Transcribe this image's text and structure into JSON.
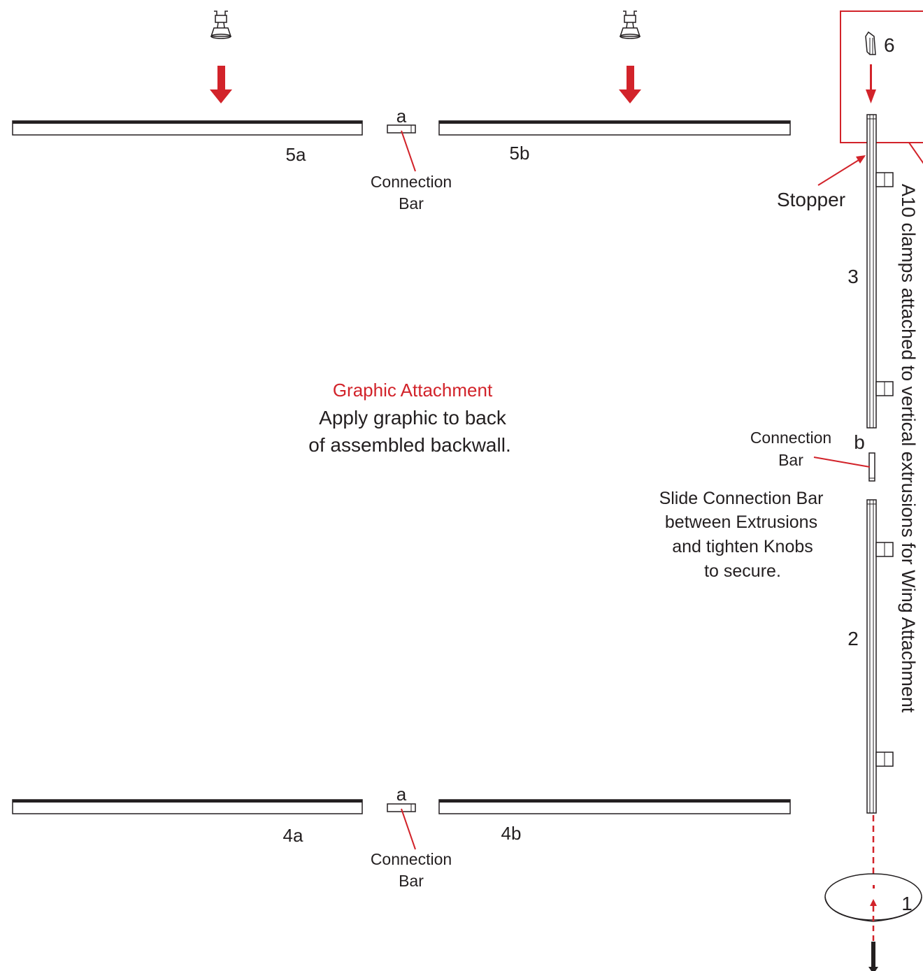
{
  "colors": {
    "ink": "#231f20",
    "accent": "#d2232a"
  },
  "parts": {
    "top_left": "5a",
    "top_right": "5b",
    "bottom_left": "4a",
    "bottom_right": "4b",
    "top_connector": "a",
    "bottom_connector": "a",
    "vertical_connector": "b",
    "upper_vertical": "3",
    "lower_vertical": "2",
    "base": "1",
    "cap": "6"
  },
  "labels": {
    "connection_bar_line1": "Connection",
    "connection_bar_line2": "Bar",
    "stopper": "Stopper",
    "graphic_title": "Graphic Attachment",
    "graphic_line1": "Apply graphic to back",
    "graphic_line2": "of assembled backwall.",
    "slide_line1": "Slide Connection Bar",
    "slide_line2": "between Extrusions",
    "slide_line3": "and tighten Knobs",
    "slide_line4": "to secure.",
    "vertical_note": "A10 clamps attached to vertical extrusions for Wing Attachment"
  },
  "icons": [
    "light-fixture-icon",
    "down-arrow-icon",
    "cap-icon",
    "screw-icon"
  ]
}
